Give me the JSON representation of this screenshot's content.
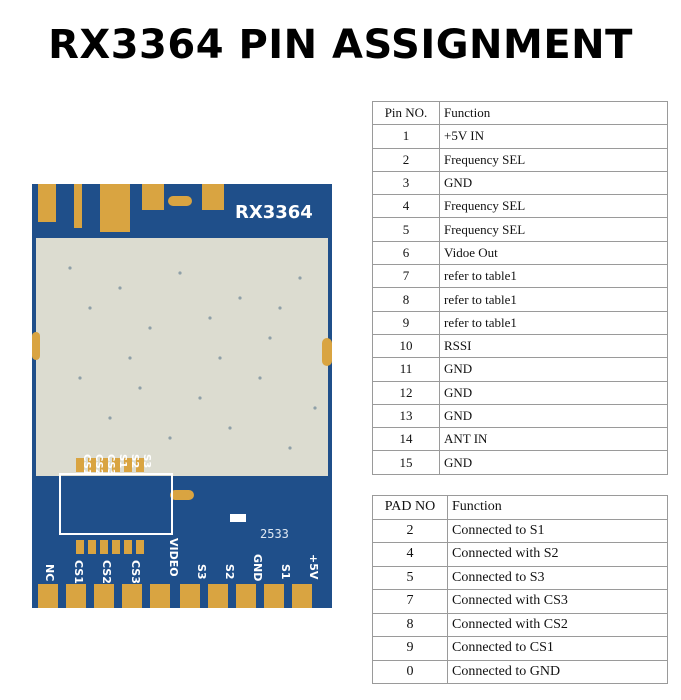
{
  "title": "RX3364 PIN ASSIGNMENT",
  "module": {
    "model_label": "RX3364",
    "bottom_labels": [
      "NC",
      "CS1",
      "CS2",
      "CS3",
      "VIDEO",
      "S3",
      "S2",
      "GND",
      "S1",
      "+5V"
    ],
    "rotated_labels": [
      "CS1",
      "CS2",
      "CS3",
      "S1",
      "S2",
      "S3"
    ],
    "code_label": "2533",
    "colors": {
      "board": "#1f4f8a",
      "shield": "#dcdcd0",
      "gold": "#d9a441"
    }
  },
  "pin_table": {
    "headers": [
      "Pin NO.",
      "Function"
    ],
    "rows": [
      [
        "1",
        "+5V IN"
      ],
      [
        "2",
        "Frequency SEL"
      ],
      [
        "3",
        "GND"
      ],
      [
        "4",
        "Frequency SEL"
      ],
      [
        "5",
        "Frequency SEL"
      ],
      [
        "6",
        "Vidoe Out"
      ],
      [
        "7",
        "refer to  table1"
      ],
      [
        "8",
        "refer to  table1"
      ],
      [
        "9",
        "refer to  table1"
      ],
      [
        "10",
        "RSSI"
      ],
      [
        "11",
        "GND"
      ],
      [
        "12",
        "GND"
      ],
      [
        "13",
        "GND"
      ],
      [
        "14",
        "ANT IN"
      ],
      [
        "15",
        "GND"
      ]
    ]
  },
  "pad_table": {
    "headers": [
      "PAD NO",
      "Function"
    ],
    "rows": [
      [
        "2",
        "Connected to S1"
      ],
      [
        "4",
        "Connected with S2"
      ],
      [
        "5",
        "Connected to S3"
      ],
      [
        "7",
        "Connected with CS3"
      ],
      [
        "8",
        "Connected with CS2"
      ],
      [
        "9",
        "Connected to CS1"
      ],
      [
        "0",
        "Connected to GND"
      ]
    ]
  }
}
